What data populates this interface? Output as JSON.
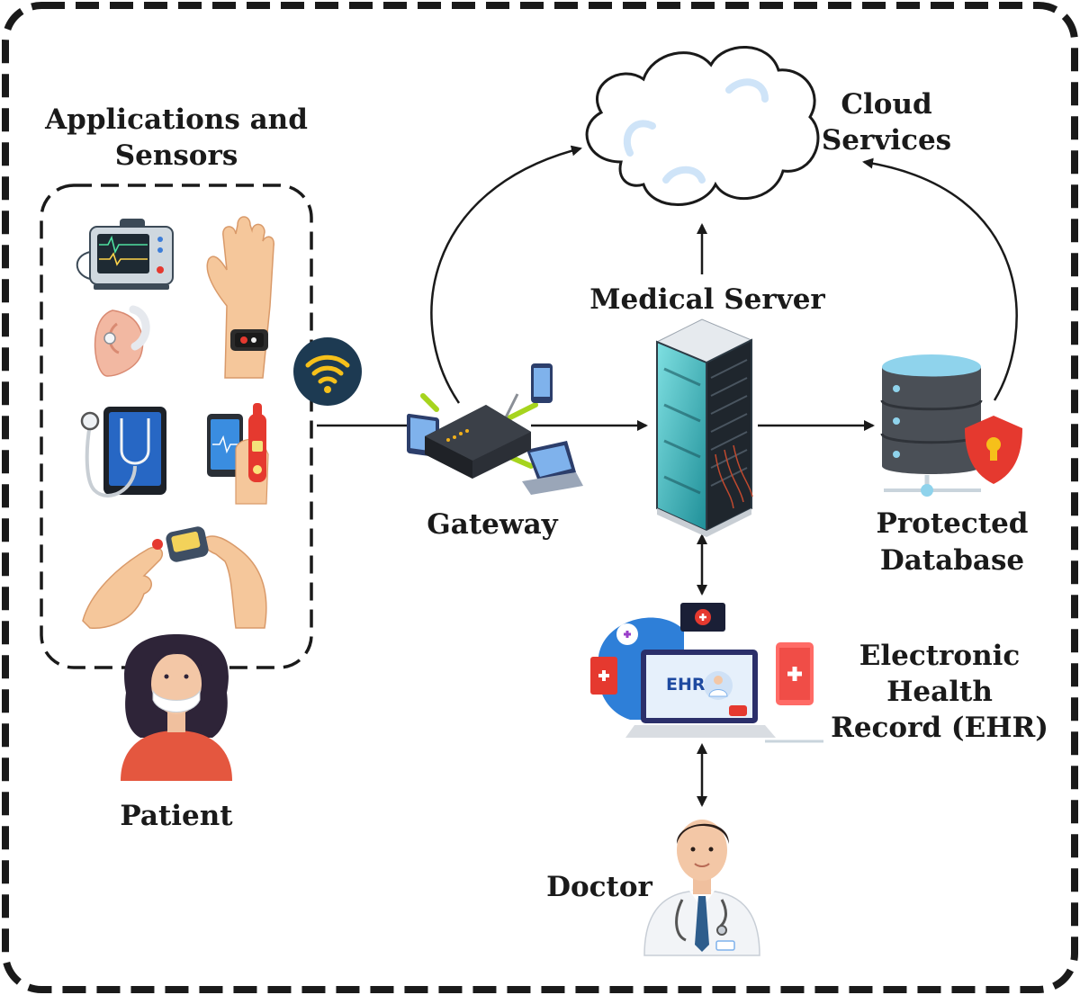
{
  "labels": {
    "apps_sensors": [
      "Applications and",
      "Sensors"
    ],
    "patient": "Patient",
    "gateway": "Gateway",
    "medical_server": "Medical Server",
    "cloud_services": [
      "Cloud",
      "Services"
    ],
    "protected_database": [
      "Protected",
      "Database"
    ],
    "ehr": [
      "Electronic",
      "Health",
      "Record (EHR)"
    ],
    "doctor": "Doctor",
    "ehr_screen_text": "EHR"
  },
  "colors": {
    "border": "#1a1a1a",
    "arrow": "#1a1a1a",
    "accent_red": "#e5392f",
    "accent_blue": "#2e7fd8",
    "server_teal": "#2fb3b8",
    "wifi_navy": "#1d3a52",
    "wifi_yellow": "#f6c01a"
  },
  "icons": [
    "ecg-monitor-icon",
    "smartwatch-hand-icon",
    "hearing-aid-icon",
    "stethoscope-tablet-icon",
    "thermometer-phone-icon",
    "glucose-meter-icon",
    "patient-icon",
    "wifi-icon",
    "router-icon",
    "desktop-icon",
    "phone-icon",
    "laptop-icon",
    "server-rack-icon",
    "cloud-icon",
    "database-icon",
    "shield-lock-icon",
    "ehr-laptop-icon",
    "doctor-icon"
  ]
}
